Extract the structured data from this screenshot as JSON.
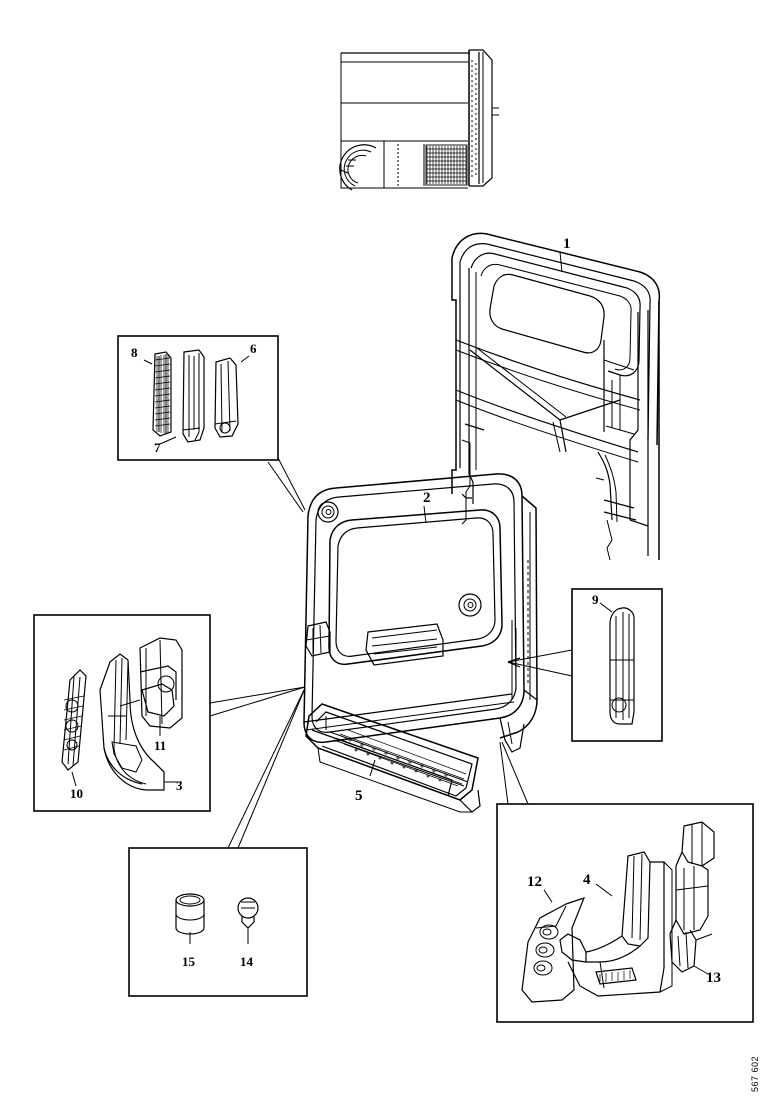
{
  "document": {
    "title": "Tailgate / Liftgate Assembly Exploded Parts Diagram",
    "sheet_code": "567 602",
    "background": "#ffffff",
    "line_color": "#000000"
  },
  "thumbnail": {
    "name": "vehicle-location-thumbnail",
    "description": "Rear three-quarter vehicle outline indicating tailgate location"
  },
  "callouts": {
    "part1": "1",
    "part2": "2",
    "part3": "3",
    "part4": "4",
    "part5": "5",
    "part6": "6",
    "part7": "7",
    "part8": "8",
    "part9": "9",
    "part10": "10",
    "part11": "11",
    "part12": "12",
    "part13": "13",
    "part14": "14",
    "part15": "15"
  },
  "parts": [
    {
      "number": "1",
      "name": "tailgate-frame-structure",
      "group": "main"
    },
    {
      "number": "2",
      "name": "tailgate-outer-panel",
      "group": "main"
    },
    {
      "number": "3",
      "name": "lower-pillar-trim",
      "group": "detail-lower-left"
    },
    {
      "number": "4",
      "name": "inner-bracket-panel",
      "group": "detail-lower-right"
    },
    {
      "number": "5",
      "name": "lower-sill-trim-strip",
      "group": "main"
    },
    {
      "number": "6",
      "name": "pillar-trim-right",
      "group": "detail-upper-left"
    },
    {
      "number": "7",
      "name": "pillar-trim-centre",
      "group": "detail-upper-left"
    },
    {
      "number": "8",
      "name": "pillar-trim-textured",
      "group": "detail-upper-left"
    },
    {
      "number": "9",
      "name": "side-trim-moulding",
      "group": "detail-right"
    },
    {
      "number": "10",
      "name": "narrow-trim-strip",
      "group": "detail-lower-left"
    },
    {
      "number": "11",
      "name": "corner-cover-bracket",
      "group": "detail-lower-left"
    },
    {
      "number": "12",
      "name": "speaker-grille-cover",
      "group": "detail-lower-right"
    },
    {
      "number": "13",
      "name": "rear-corner-trim",
      "group": "detail-lower-right"
    },
    {
      "number": "14",
      "name": "retaining-clip",
      "group": "detail-fasteners"
    },
    {
      "number": "15",
      "name": "rubber-grommet-bushing",
      "group": "detail-fasteners"
    }
  ],
  "detail_boxes": [
    {
      "name": "detail-box-upper-left",
      "parts": [
        "8",
        "7",
        "6"
      ]
    },
    {
      "name": "detail-box-lower-left",
      "parts": [
        "10",
        "11",
        "3"
      ]
    },
    {
      "name": "detail-box-right",
      "parts": [
        "9"
      ]
    },
    {
      "name": "detail-box-fasteners",
      "parts": [
        "15",
        "14"
      ]
    },
    {
      "name": "detail-box-lower-right",
      "parts": [
        "12",
        "4",
        "13"
      ]
    }
  ]
}
